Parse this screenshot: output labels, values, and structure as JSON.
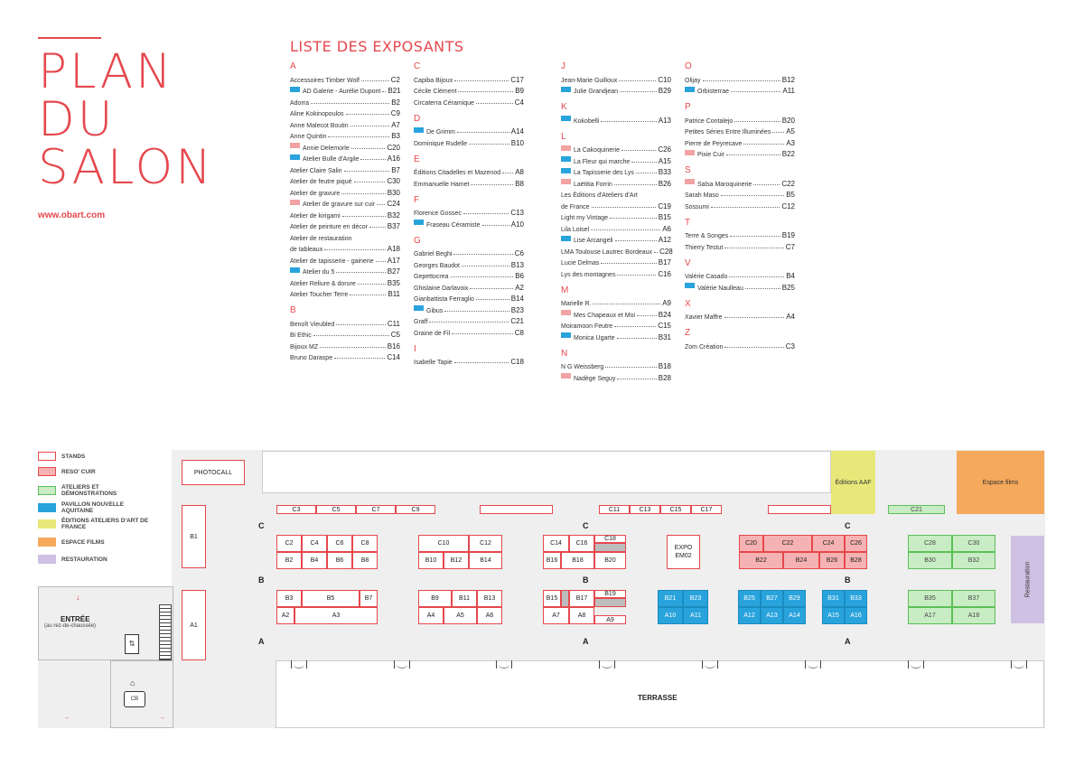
{
  "title": {
    "line1": "PLAN",
    "line2": "DU",
    "line3": "SALON",
    "website": "www.obart.com"
  },
  "list_title": "LISTE DES EXPOSANTS",
  "columns": [
    [
      {
        "letter": "A",
        "items": [
          {
            "name": "Accessoires Timber Wolf",
            "code": "C2"
          },
          {
            "name": "AD Galerie - Aurélie Dupont",
            "code": "B21",
            "swatch": "blue"
          },
          {
            "name": "Adorra",
            "code": "B2"
          },
          {
            "name": "Aline Kokinopoulos",
            "code": "C9"
          },
          {
            "name": "Anne Malecot Boutin",
            "code": "A7"
          },
          {
            "name": "Anne Quintin",
            "code": "B3"
          },
          {
            "name": "Annie Delemorle",
            "code": "C20",
            "swatch": "pink"
          },
          {
            "name": "Atelier Bulle d'Argile",
            "code": "A16",
            "swatch": "blue"
          },
          {
            "name": "Atelier Claire Salin",
            "code": "B7"
          },
          {
            "name": "Atelier de feutre piqué",
            "code": "C30"
          },
          {
            "name": "Atelier de gravure",
            "code": "B30"
          },
          {
            "name": "Atelier de gravure sur cuir",
            "code": "C24",
            "swatch": "pink"
          },
          {
            "name": "Atelier de kirigami",
            "code": "B32"
          },
          {
            "name": "Atelier de peinture en décor",
            "code": "B37"
          },
          {
            "name": "Atelier de restauration",
            "code": ""
          },
          {
            "name": "de tableaux",
            "code": "A18"
          },
          {
            "name": "Atelier de tapisserie - gainerie",
            "code": "A17"
          },
          {
            "name": "Atelier du 5",
            "code": "B27",
            "swatch": "blue"
          },
          {
            "name": "Atelier Reliure & dorure",
            "code": "B35"
          },
          {
            "name": "Atelier Toucher Terre",
            "code": "B11"
          }
        ]
      },
      {
        "letter": "B",
        "items": [
          {
            "name": "Benoît Vieubled",
            "code": "C11"
          },
          {
            "name": "Bi Ethic",
            "code": "C5"
          },
          {
            "name": "Bijoux MZ",
            "code": "B16"
          },
          {
            "name": "Bruno Daraspe",
            "code": "C14"
          }
        ]
      }
    ],
    [
      {
        "letter": "C",
        "items": [
          {
            "name": "Capiba Bijoux",
            "code": "C17"
          },
          {
            "name": "Cécile Clément",
            "code": "B9"
          },
          {
            "name": "Circaterra Céramique",
            "code": "C4"
          }
        ]
      },
      {
        "letter": "D",
        "items": [
          {
            "name": "De Grimm",
            "code": "A14",
            "swatch": "blue"
          },
          {
            "name": "Dominique Rudelle",
            "code": "B10"
          }
        ]
      },
      {
        "letter": "E",
        "items": [
          {
            "name": "Éditions Citadelles et Mazenod",
            "code": "A8"
          },
          {
            "name": "Emmanuelle Hamet",
            "code": "B8"
          }
        ]
      },
      {
        "letter": "F",
        "items": [
          {
            "name": "Florence Gossec",
            "code": "C13"
          },
          {
            "name": "Fraseau Céramiste",
            "code": "A10",
            "swatch": "blue"
          }
        ]
      },
      {
        "letter": "G",
        "items": [
          {
            "name": "Gabriel Beghi",
            "code": "C6"
          },
          {
            "name": "Georges Baudot",
            "code": "B13"
          },
          {
            "name": "Gepettocrea",
            "code": "B6"
          },
          {
            "name": "Ghislaine Darlavoix",
            "code": "A2"
          },
          {
            "name": "Gianbattista Ferraglio",
            "code": "B14"
          },
          {
            "name": "Gibus",
            "code": "B23",
            "swatch": "blue"
          },
          {
            "name": "Graff",
            "code": "C21"
          },
          {
            "name": "Graine de Fil",
            "code": "C8"
          }
        ]
      },
      {
        "letter": "I",
        "items": [
          {
            "name": "Isabelle Tapie",
            "code": "C18"
          }
        ]
      }
    ],
    [
      {
        "letter": "J",
        "items": [
          {
            "name": "Jean-Marie Guilloux",
            "code": "C10"
          },
          {
            "name": "Julie Grandjean",
            "code": "B29",
            "swatch": "blue"
          }
        ]
      },
      {
        "letter": "K",
        "items": [
          {
            "name": "Kokobelli",
            "code": "A13",
            "swatch": "blue"
          }
        ]
      },
      {
        "letter": "L",
        "items": [
          {
            "name": "La Cakoquinerie",
            "code": "C26",
            "swatch": "pink"
          },
          {
            "name": "La Fleur qui marche",
            "code": "A15",
            "swatch": "blue"
          },
          {
            "name": "La Tapisserie des Lys",
            "code": "B33",
            "swatch": "blue"
          },
          {
            "name": "Laëtitia Forrin",
            "code": "B26",
            "swatch": "pink"
          },
          {
            "name": "Les Éditions d'Ateliers d'Art",
            "code": ""
          },
          {
            "name": "de France",
            "code": "C19"
          },
          {
            "name": "Light my Vintage",
            "code": "B15"
          },
          {
            "name": "Lila Loisel",
            "code": "A6"
          },
          {
            "name": "Lise Arcangeli",
            "code": "A12",
            "swatch": "blue"
          },
          {
            "name": "LMA Toulouse Lautrec Bordeaux",
            "code": "C28"
          },
          {
            "name": "Lucie Delmas",
            "code": "B17"
          },
          {
            "name": "Lys des montagnes",
            "code": "C16"
          }
        ]
      },
      {
        "letter": "M",
        "items": [
          {
            "name": "Marielle R.",
            "code": "A9"
          },
          {
            "name": "Mes Chapeaux et Moi",
            "code": "B24",
            "swatch": "pink"
          },
          {
            "name": "Moiramoon Feutre",
            "code": "C15"
          },
          {
            "name": "Monica Ugarte",
            "code": "B31",
            "swatch": "blue"
          }
        ]
      },
      {
        "letter": "N",
        "items": [
          {
            "name": "N G Weissberg",
            "code": "B18"
          },
          {
            "name": "Nadège Seguy",
            "code": "B28",
            "swatch": "pink"
          }
        ]
      }
    ],
    [
      {
        "letter": "O",
        "items": [
          {
            "name": "Olijay",
            "code": "B12"
          },
          {
            "name": "Orbisterrae",
            "code": "A11",
            "swatch": "blue"
          }
        ]
      },
      {
        "letter": "P",
        "items": [
          {
            "name": "Patrice Contalejo",
            "code": "B20"
          },
          {
            "name": "Petites Séries Entre Illuminées",
            "code": "A5"
          },
          {
            "name": "Pierre de Peyrecave",
            "code": "A3"
          },
          {
            "name": "Pixie Cuir",
            "code": "B22",
            "swatch": "pink"
          }
        ]
      },
      {
        "letter": "S",
        "items": [
          {
            "name": "Salsa Maroquinerie",
            "code": "C22",
            "swatch": "pink"
          },
          {
            "name": "Sarah Maso",
            "code": "B5"
          },
          {
            "name": "Sossumi",
            "code": "C12"
          }
        ]
      },
      {
        "letter": "T",
        "items": [
          {
            "name": "Terre & Songes",
            "code": "B19"
          },
          {
            "name": "Thierry Testut",
            "code": "C7"
          }
        ]
      },
      {
        "letter": "V",
        "items": [
          {
            "name": "Valérie Casado",
            "code": "B4"
          },
          {
            "name": "Valérie Naulleau",
            "code": "B25",
            "swatch": "blue"
          }
        ]
      },
      {
        "letter": "X",
        "items": [
          {
            "name": "Xavier Maffre",
            "code": "A4"
          }
        ]
      },
      {
        "letter": "Z",
        "items": [
          {
            "name": "Zom Création",
            "code": "C3"
          }
        ]
      }
    ]
  ],
  "legend": [
    {
      "label": "STANDS",
      "style": "stand"
    },
    {
      "label": "RESO' CUIR",
      "style": "reso"
    },
    {
      "label": "ATELIERS ET DÉMONSTRATIONS",
      "style": "ateliers"
    },
    {
      "label": "PAVILLON NOUVELLE AQUITAINE",
      "style": "pavillon"
    },
    {
      "label": "ÉDITIONS ATELIERS D'ART DE FRANCE",
      "style": "editions"
    },
    {
      "label": "ESPACE FILMS",
      "style": "films"
    },
    {
      "label": "RESTAURATION",
      "style": "restauration"
    }
  ],
  "colors": {
    "stand_border": "#e5484d",
    "reso": "#f6b2b2",
    "ateliers": "#c8ecc3",
    "ateliers_border": "#5cbf58",
    "pavillon": "#29a3dc",
    "editions": "#e8e87a",
    "films": "#f5a95c",
    "restauration": "#cfc1e3"
  },
  "map": {
    "photocall": "PHOTOCALL",
    "entree": "ENTRÉE",
    "entree_sub": "(au rez-de-chaussée)",
    "terrasse": "TERRASSE",
    "editions": "Éditions AAF",
    "espace_films": "Espace films",
    "restauration": "Restauration",
    "expo": "EXPO EM02",
    "cb": "CB",
    "row_c": "C",
    "row_b": "B",
    "row_a": "A",
    "stands_top": [
      "C3",
      "C5",
      "C7",
      "C9",
      "",
      "C11",
      "C13",
      "C15",
      "C17",
      "",
      "C21"
    ],
    "stands_left": [
      "B1",
      "A1"
    ],
    "block1": {
      "top": [
        "C2",
        "C4",
        "C6",
        "C8"
      ],
      "bottom": [
        "B2",
        "B4",
        "B6",
        "B8"
      ],
      "lower_top": [
        "B3",
        "B5",
        "B7"
      ],
      "lower_bottom": [
        "A2",
        "A3"
      ]
    },
    "block2": {
      "top": [
        "C10",
        "C12"
      ],
      "bottom": [
        "B10",
        "B12",
        "B14"
      ],
      "lower_top": [
        "B9",
        "B11",
        "B13"
      ],
      "lower_bottom": [
        "A4",
        "A5",
        "A6"
      ]
    },
    "block3": {
      "top": [
        "C14",
        "C16",
        "C18"
      ],
      "bottom": [
        "B16",
        "B18",
        "B20"
      ],
      "lower_top": [
        "B15",
        "B17",
        "B19"
      ],
      "lower_bottom": [
        "A7",
        "A8",
        "A9"
      ]
    },
    "block_blue1": {
      "top": [
        "B21",
        "B23"
      ],
      "bottom": [
        "A10",
        "A11"
      ]
    },
    "block_blue2": {
      "top": [
        "B25",
        "B27",
        "B29"
      ],
      "bottom": [
        "A12",
        "A13",
        "A14"
      ]
    },
    "block_blue3": {
      "top": [
        "B31",
        "B33"
      ],
      "bottom": [
        "A15",
        "A16"
      ]
    },
    "block_reso": {
      "top": [
        "C20",
        "C22",
        "C24",
        "C26"
      ],
      "bottom": [
        "B22",
        "B24",
        "B26",
        "B28"
      ]
    },
    "block_green1": {
      "top": [
        "C28",
        "C30"
      ],
      "bottom": [
        "B30",
        "B32"
      ]
    },
    "block_green2": {
      "top": [
        "B35",
        "B37"
      ],
      "bottom": [
        "A17",
        "A18"
      ]
    }
  }
}
